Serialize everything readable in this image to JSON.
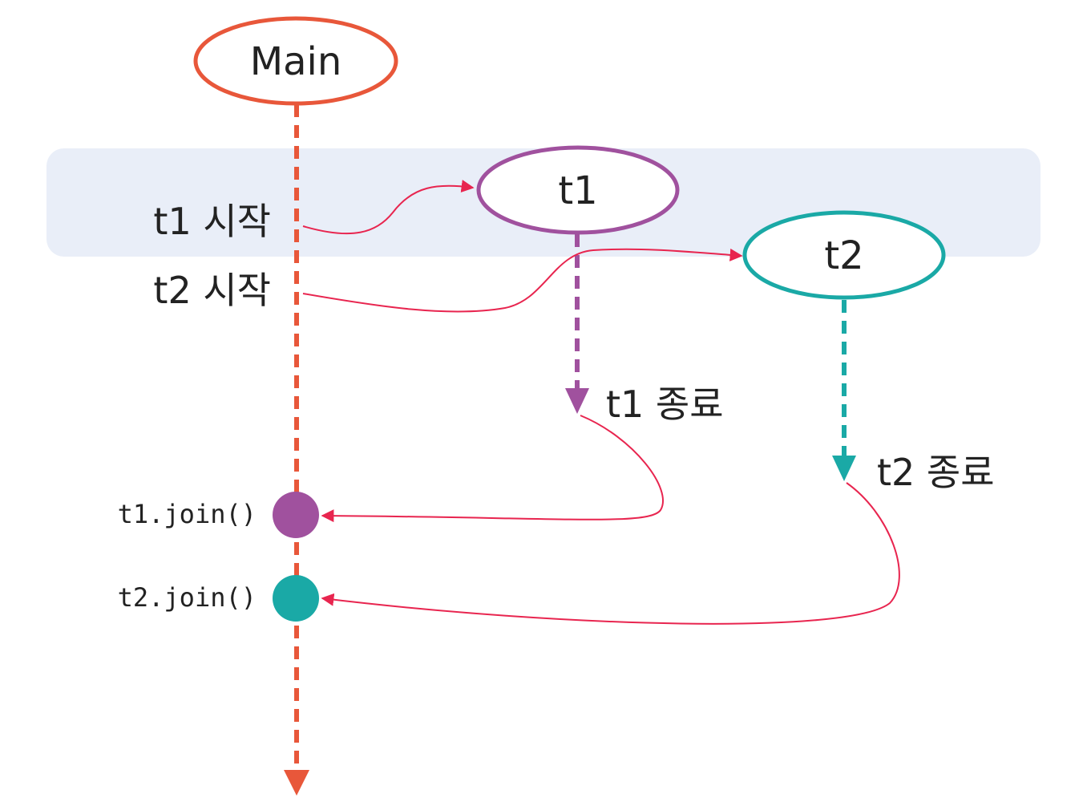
{
  "nodes": {
    "main": {
      "label": "Main",
      "color": "#e8573a"
    },
    "t1": {
      "label": "t1",
      "color": "#a0519e"
    },
    "t2": {
      "label": "t2",
      "color": "#1aa9a6"
    }
  },
  "labels": {
    "t1_start": "t1 시작",
    "t2_start": "t2 시작",
    "t1_end": "t1 종료",
    "t2_end": "t2 종료",
    "t1_join": "t1.join()",
    "t2_join": "t2.join()"
  },
  "colors": {
    "highlight_band": "#e9eef8",
    "connector": "#e8254f",
    "text": "#222222"
  }
}
